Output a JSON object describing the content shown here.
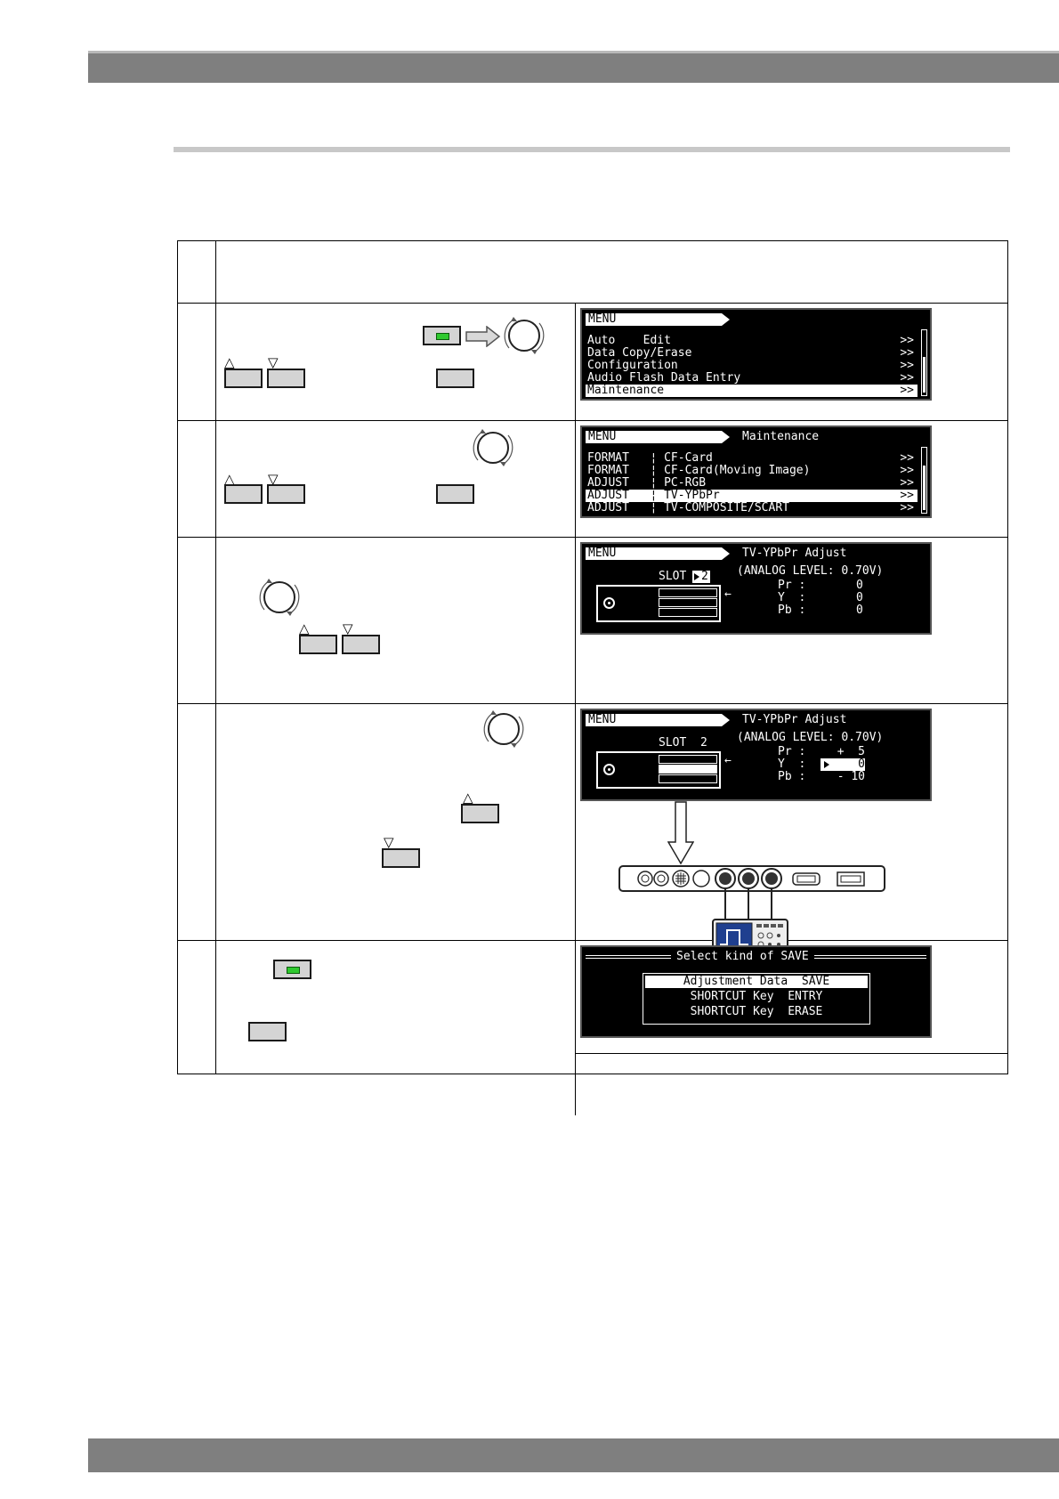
{
  "steps": [
    {
      "screen": {
        "tab": "MENU",
        "items": [
          {
            "label": "Auto    Edit",
            "suffix": ">>"
          },
          {
            "label": "Data Copy/Erase",
            "suffix": ">>"
          },
          {
            "label": "Configuration",
            "suffix": ">>"
          },
          {
            "label": "Audio Flash Data Entry",
            "suffix": ">>"
          },
          {
            "label": "Maintenance",
            "suffix": ">>",
            "selected": true
          }
        ]
      }
    },
    {
      "screen": {
        "tab": "MENU",
        "title": "Maintenance",
        "items": [
          {
            "label": "FORMAT   ¦ CF-Card",
            "suffix": ">>"
          },
          {
            "label": "FORMAT   ¦ CF-Card(Moving Image)",
            "suffix": ">>"
          },
          {
            "label": "ADJUST   ¦ PC-RGB",
            "suffix": ">>"
          },
          {
            "label": "ADJUST   ¦ TV-YPbPr",
            "suffix": ">>",
            "selected": true
          },
          {
            "label": "ADJUST   ¦ TV-COMPOSITE/SCART",
            "suffix": ">>"
          }
        ]
      }
    },
    {
      "screen": {
        "tab": "MENU",
        "title": "TV-YPbPr Adjust",
        "slot_label": "SLOT",
        "slot_number": "2",
        "analog_level": "(ANALOG LEVEL: 0.70V)",
        "values": [
          {
            "label": "Pr :",
            "value": "0"
          },
          {
            "label": "Y  :",
            "value": "0"
          },
          {
            "label": "Pb :",
            "value": "0"
          }
        ]
      }
    },
    {
      "screen": {
        "tab": "MENU",
        "title": "TV-YPbPr Adjust",
        "slot_label": "SLOT  2",
        "analog_level": "(ANALOG LEVEL: 0.70V)",
        "values": [
          {
            "label": "Pr :",
            "value": "+  5"
          },
          {
            "label": "Y  :",
            "value": "0"
          },
          {
            "label": "Pb :",
            "value": "- 10"
          }
        ]
      }
    },
    {
      "screen": {
        "title": "Select kind of SAVE",
        "items": [
          {
            "label": "Adjustment Data  SAVE",
            "selected": true
          },
          {
            "label": "SHORTCUT Key  ENTRY"
          },
          {
            "label": "SHORTCUT Key  ERASE"
          }
        ]
      }
    }
  ],
  "glyphs": {
    "up": "△",
    "down": "▽",
    "cursor_arrow": "←"
  },
  "colors": {
    "band": "#7f7f7f",
    "rule": "#c8c8c8",
    "key": "#d4d4d4",
    "led": "#2fc92f",
    "scope_screen": "#1f3f8f"
  }
}
